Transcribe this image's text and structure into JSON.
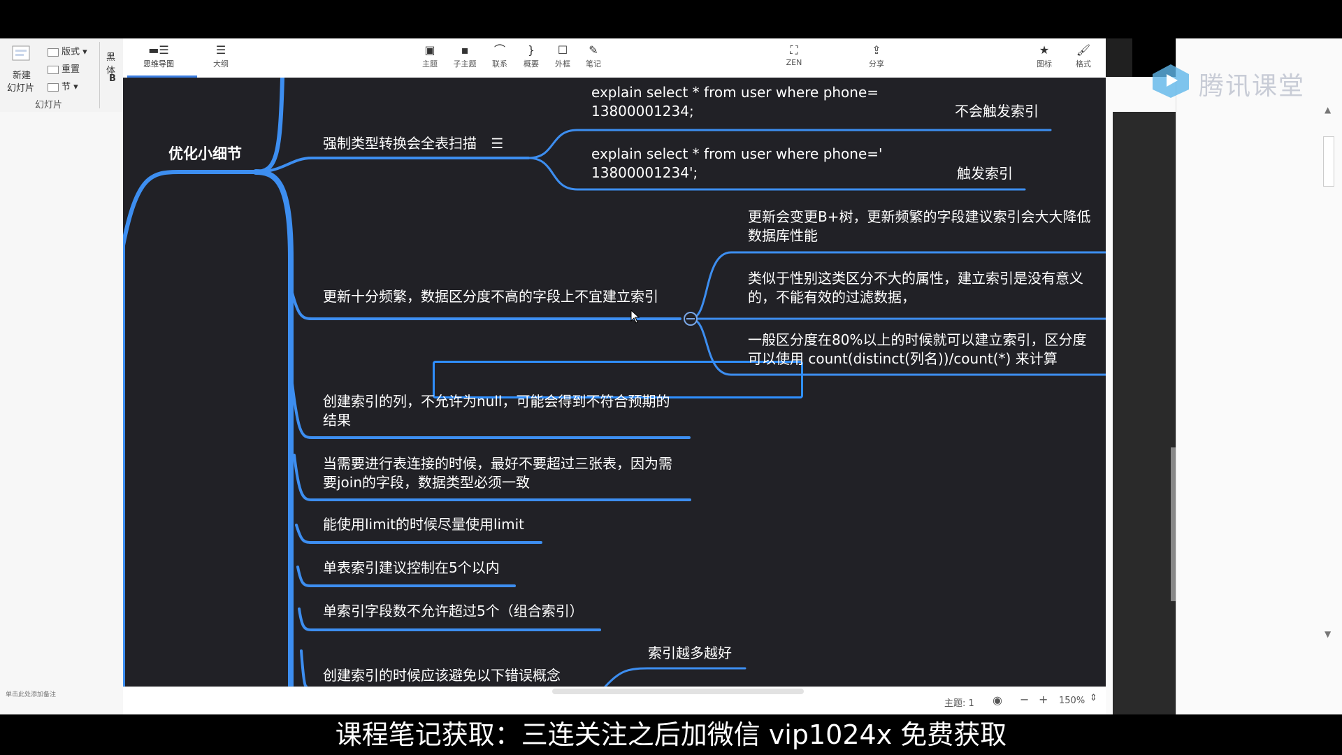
{
  "caption": "课程笔记获取：三连关注之后加微信 vip1024x 免费获取",
  "watermark": "腾讯课堂",
  "ppt": {
    "new_slide": "新建",
    "new_slide2": "幻灯片",
    "layout": "版式",
    "reset": "重置",
    "section": "节",
    "group_label": "幻灯片",
    "font_fragment": "黑体",
    "bold": "B",
    "notes_hint": "单击此处添加备注"
  },
  "toolbar": {
    "tabs": [
      {
        "label": "思维导图",
        "icon": "mindmap-icon"
      },
      {
        "label": "大纲",
        "icon": "outline-icon"
      }
    ],
    "tools": [
      {
        "label": "主题",
        "icon": "topic-icon"
      },
      {
        "label": "子主题",
        "icon": "subtopic-icon"
      },
      {
        "label": "联系",
        "icon": "relationship-icon"
      },
      {
        "label": "概要",
        "icon": "summary-icon"
      },
      {
        "label": "外框",
        "icon": "boundary-icon"
      },
      {
        "label": "笔记",
        "icon": "note-icon"
      }
    ],
    "zen": "ZEN",
    "share": "分享",
    "icon_btn": "图标",
    "format_btn": "格式"
  },
  "status": {
    "topic_count": "主题: 1",
    "zoom": "150%",
    "minus": "−",
    "plus": "+"
  },
  "mindmap": {
    "root": "优化小细节",
    "branch1": {
      "label": "强制类型转换会全表扫描",
      "children": [
        {
          "line1": "explain select * from user where phone=",
          "line2": "13800001234;",
          "note": "不会触发索引"
        },
        {
          "line1": "explain select * from user where phone='",
          "line2": "13800001234';",
          "note": "触发索引"
        }
      ]
    },
    "branch2": {
      "label": "更新十分频繁，数据区分度不高的字段上不宜建立索引",
      "children": [
        {
          "line1": "更新会变更B+树，更新频繁的字段建议索引会大大降低",
          "line2": "数据库性能"
        },
        {
          "line1": "类似于性别这类区分不大的属性，建立索引是没有意义",
          "line2": "的，不能有效的过滤数据，"
        },
        {
          "line1": "一般区分度在80%以上的时候就可以建立索引，区分度",
          "line2": "可以使用 count(distinct(列名))/count(*) 来计算"
        }
      ]
    },
    "items": [
      {
        "line1": "创建索引的列，不允许为null，可能会得到不符合预期的",
        "line2": "结果"
      },
      {
        "line1": "当需要进行表连接的时候，最好不要超过三张表，因为需",
        "line2": "要join的字段，数据类型必须一致"
      },
      {
        "line1": "能使用limit的时候尽量使用limit",
        "line2": ""
      },
      {
        "line1": "单表索引建议控制在5个以内",
        "line2": ""
      },
      {
        "line1": "单索引字段数不允许超过5个（组合索引）",
        "line2": ""
      },
      {
        "line1": "创建索引的时候应该避免以下错误概念",
        "line2": ""
      }
    ],
    "last_child": "索引越多越好"
  },
  "colors": {
    "canvas": "#212126",
    "branch": "#3d8ef0",
    "selection": "#2f8fff"
  }
}
